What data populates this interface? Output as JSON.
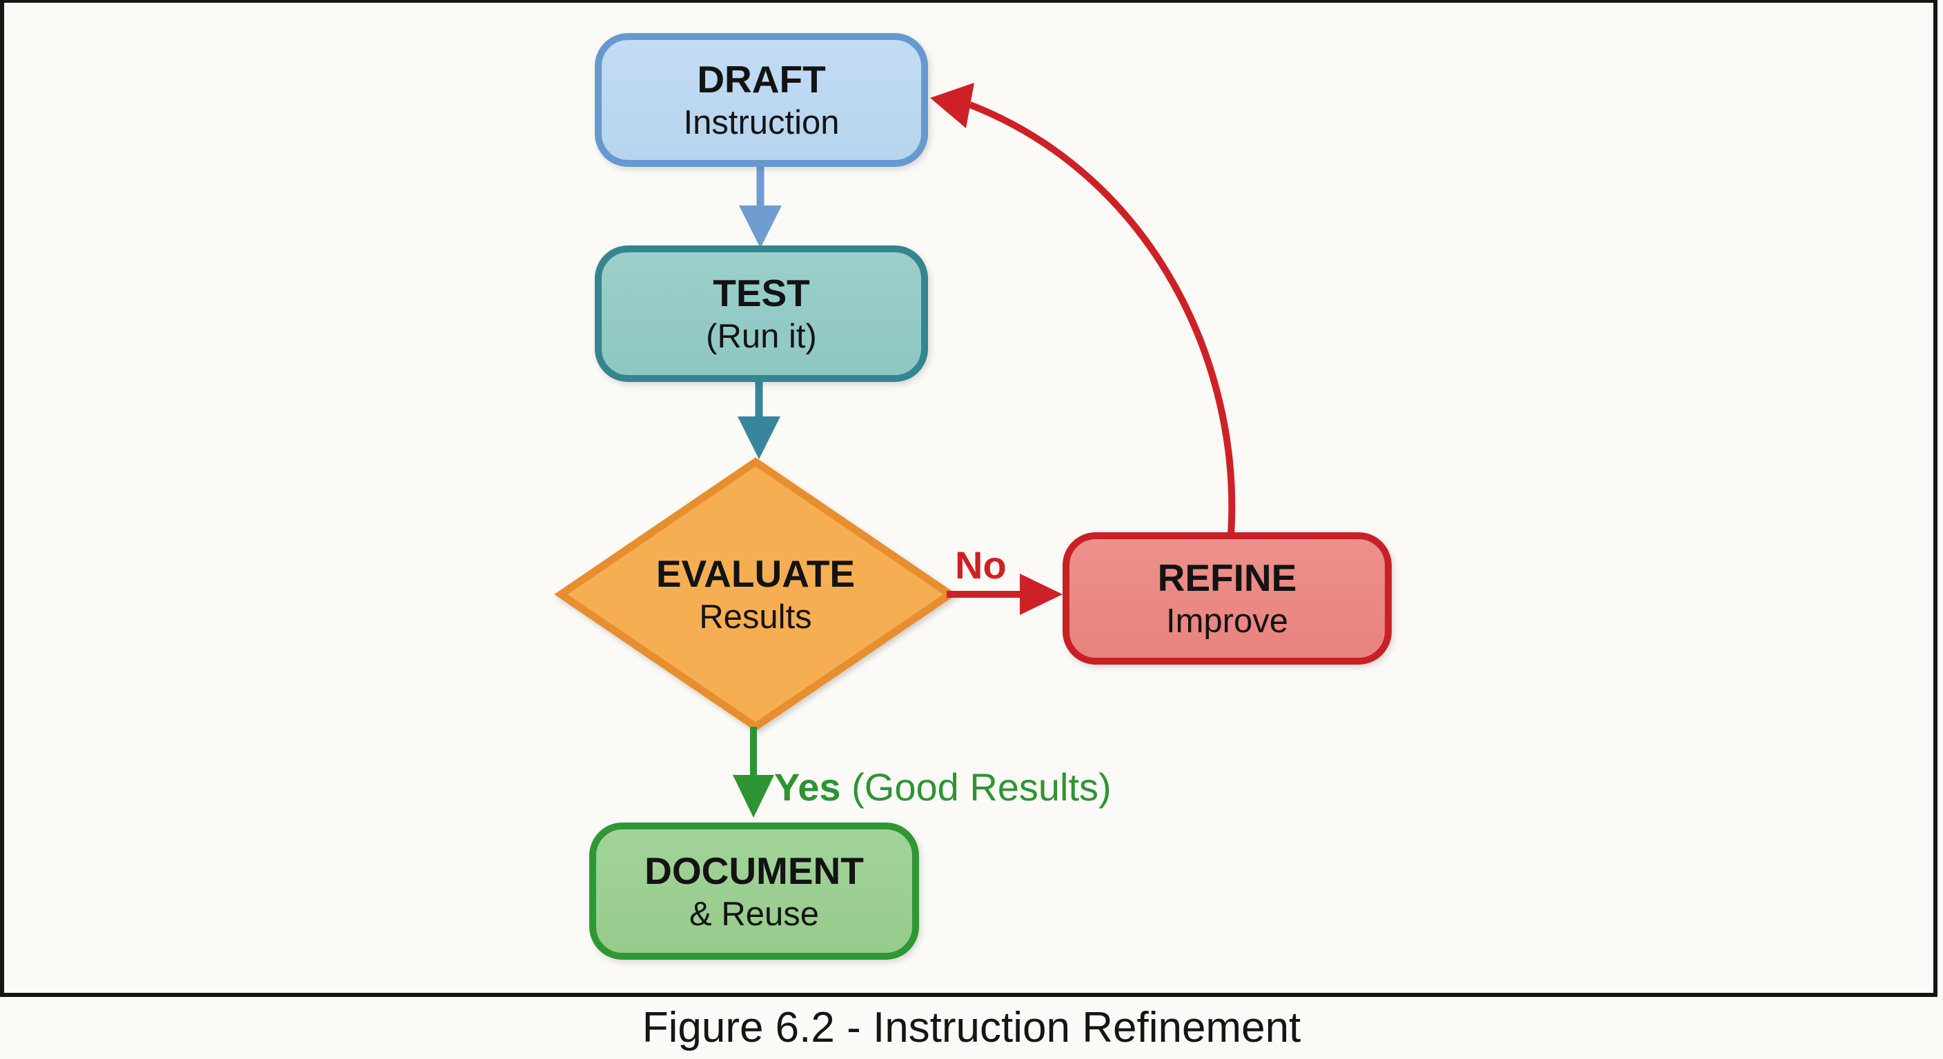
{
  "figure": {
    "caption": "Figure 6.2 - Instruction Refinement"
  },
  "nodes": {
    "draft": {
      "title": "DRAFT",
      "subtitle": "Instruction",
      "shape": "rounded-rect"
    },
    "test": {
      "title": "TEST",
      "subtitle": "(Run it)",
      "shape": "rounded-rect"
    },
    "evaluate": {
      "title": "EVALUATE",
      "subtitle": "Results",
      "shape": "diamond"
    },
    "refine": {
      "title": "REFINE",
      "subtitle": "Improve",
      "shape": "rounded-rect"
    },
    "document": {
      "title": "DOCUMENT",
      "subtitle": "& Reuse",
      "shape": "rounded-rect"
    }
  },
  "edges": [
    {
      "from": "draft",
      "to": "test",
      "label": ""
    },
    {
      "from": "test",
      "to": "evaluate",
      "label": ""
    },
    {
      "from": "evaluate",
      "to": "refine",
      "label": "No"
    },
    {
      "from": "refine",
      "to": "draft",
      "label": ""
    },
    {
      "from": "evaluate",
      "to": "document",
      "label": "Yes (Good Results)"
    }
  ],
  "labels": {
    "no": "No",
    "yes_bold": "Yes",
    "yes_rest": " (Good Results)"
  },
  "colors": {
    "background": "#fbfaf6",
    "frame_border": "#161616",
    "draft_fill": "#b7d4ee",
    "draft_border": "#6699cf",
    "test_fill": "#8ec7c2",
    "test_border": "#35858e",
    "evaluate_fill": "#f6ae52",
    "evaluate_border": "#e78e2d",
    "refine_fill": "#e8837e",
    "refine_border": "#c82026",
    "document_fill": "#96cb8b",
    "document_border": "#2f9834",
    "arrow_blue": "#6f9cd1",
    "arrow_teal": "#37869b",
    "arrow_red": "#ce2127",
    "arrow_green": "#2d9434",
    "text": "#131313"
  }
}
